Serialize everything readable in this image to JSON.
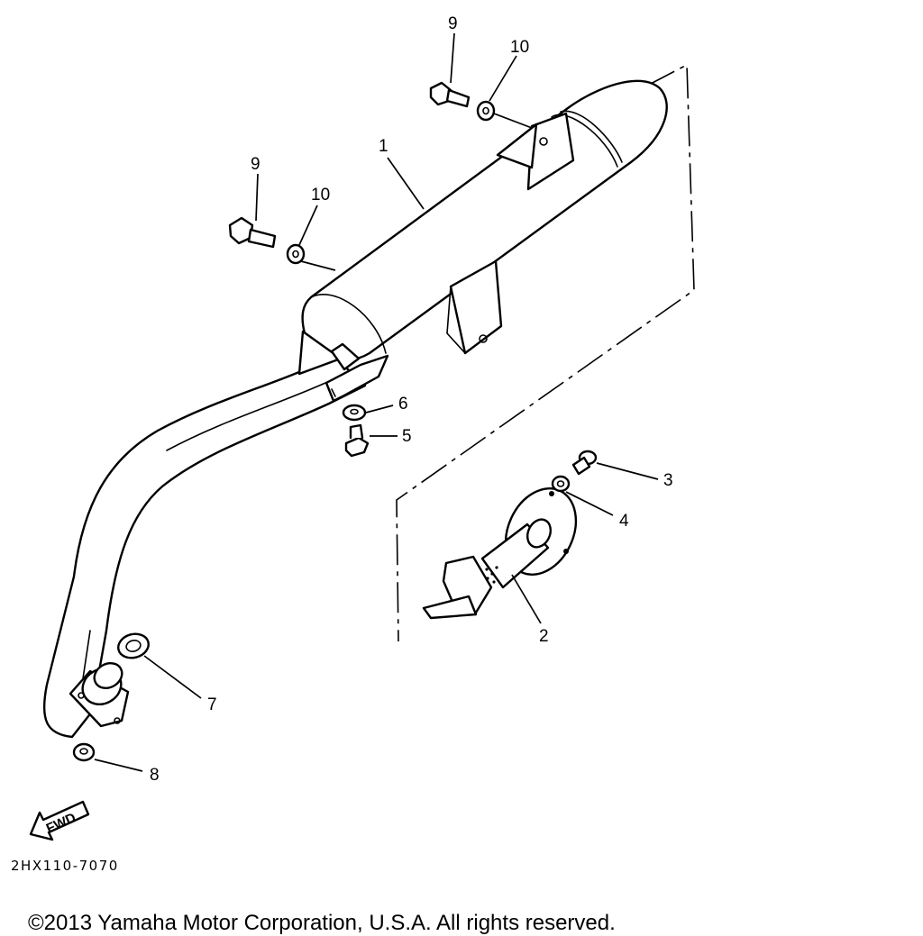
{
  "diagram": {
    "part_numbers": {
      "muffler": "1",
      "spark_arrester": "2",
      "screw_3": "3",
      "washer_4": "4",
      "bolt_5": "5",
      "washer_6": "6",
      "gasket_7": "7",
      "nut_8": "8",
      "bolt_9_top": "9",
      "bolt_9_left": "9",
      "washer_10_top": "10",
      "washer_10_left": "10"
    },
    "fwd_label": "FWD",
    "diagram_code": "2HX110-7070"
  },
  "footer": {
    "copyright": "©2013 Yamaha Motor Corporation, U.S.A. All rights reserved."
  }
}
